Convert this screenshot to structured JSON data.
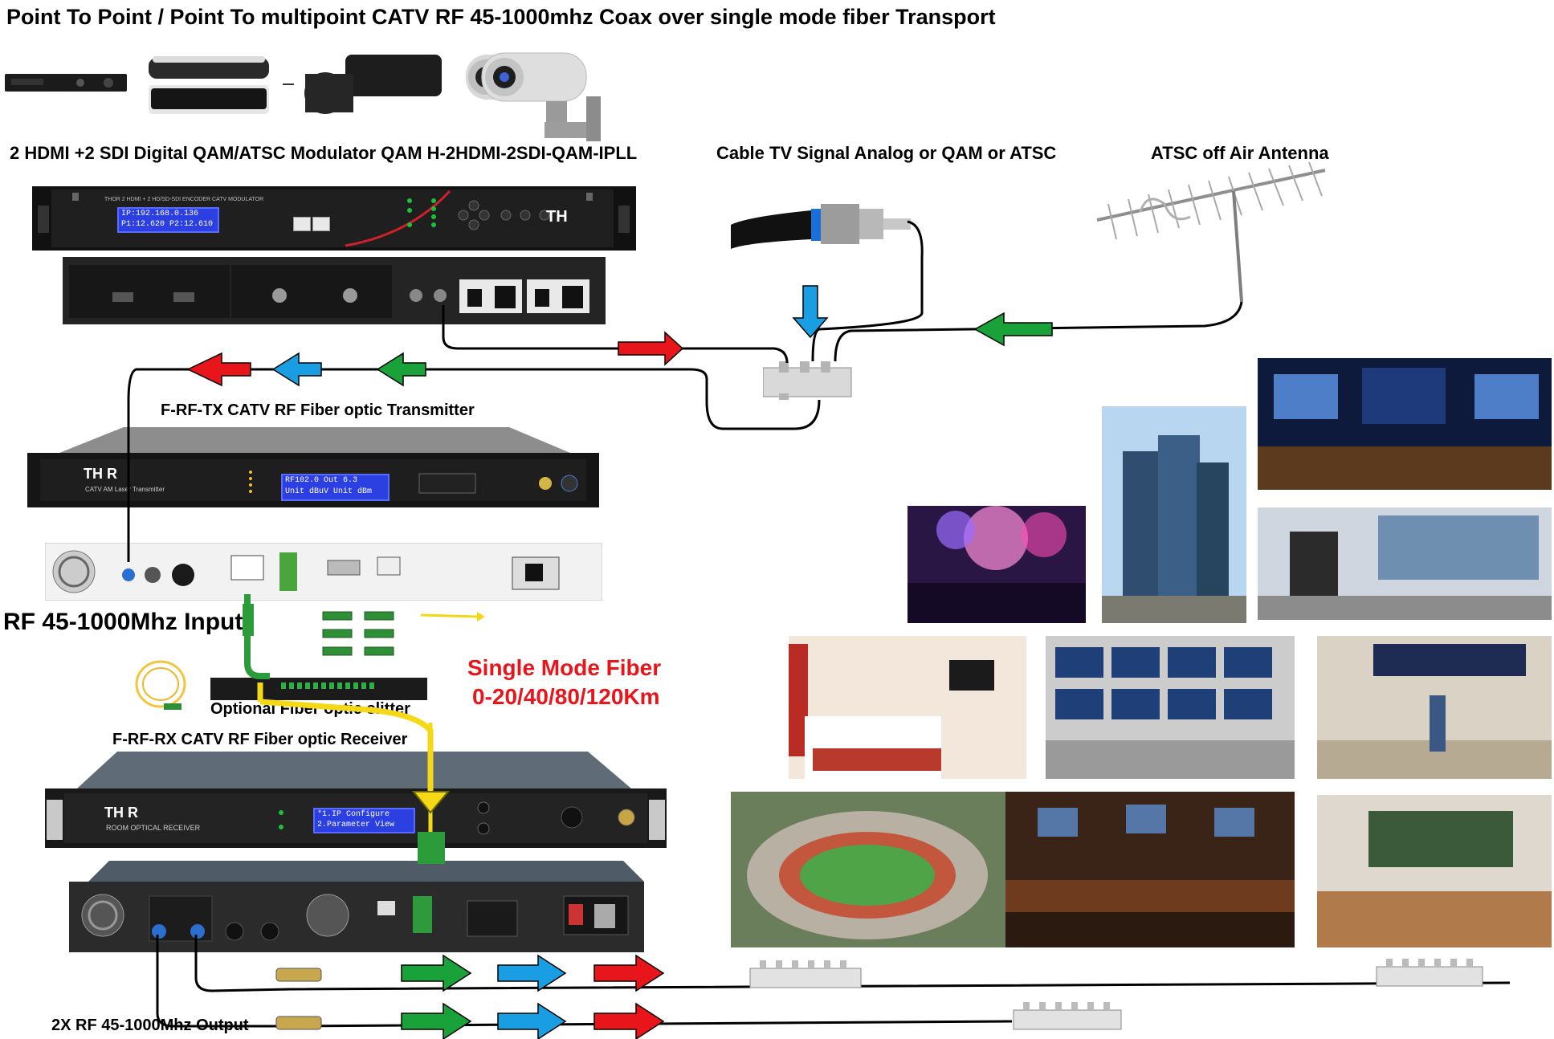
{
  "title": "Point To Point / Point To multipoint CATV RF 45-1000mhz Coax over single mode fiber Transport",
  "labels": {
    "modulator": "2  HDMI +2 SDI Digital QAM/ATSC Modulator QAM H-2HDMI-2SDI-QAM-IPLL",
    "cable_tv": "Cable TV Signal Analog or QAM or ATSC",
    "antenna": "ATSC off Air  Antenna",
    "transmitter": "F-RF-TX CATV RF Fiber optic Transmitter",
    "rf_input": "RF 45-1000Mhz Input",
    "splitter": "Optional Fiber optic slitter",
    "receiver": "F-RF-RX CATV RF Fiber optic Receiver",
    "fiber_title": "Single Mode Fiber",
    "fiber_distance": "0-20/40/80/120Km",
    "output": "2X RF 45-1000Mhz Output"
  },
  "devices": {
    "modulator_lcd_line1": "IP:192.168.0.136",
    "modulator_lcd_line2": "P1:12.620 P2:12.610",
    "transmitter_lcd_line1": "RF102.0      Out  6.3",
    "transmitter_lcd_line2": "Unit dBuV    Unit dBm",
    "receiver_lcd_line1": "*1.IP Configure",
    "receiver_lcd_line2": " 2.Parameter View"
  },
  "colors": {
    "arrow_red": "#e8161b",
    "arrow_blue": "#1a9ee3",
    "arrow_green": "#19a23a",
    "fiber_yellow": "#f5d916",
    "lcd_blue": "#2c3fe0"
  }
}
